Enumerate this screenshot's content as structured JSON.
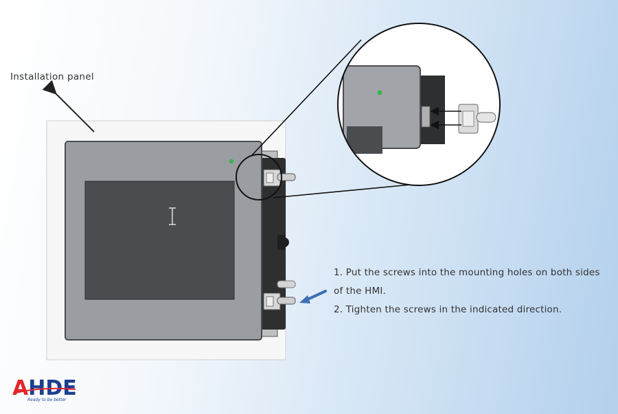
{
  "callouts": {
    "installation_panel": "Installation panel"
  },
  "instructions": {
    "step1": "1. Put the screws into the mounting holes on both sides of the HMI.",
    "step2": "2. Tighten the screws in the indicated direction."
  },
  "logo": {
    "text": "AHDE",
    "tagline": "Ready to be better",
    "colors": {
      "letter_a": "#e3262b",
      "letters_hde": "#1c3f8e"
    }
  },
  "colors": {
    "panel": "#f7f7f7",
    "hmi_bezel": "#9a9ea2",
    "screen": "#4a4d50",
    "led": "#39b54a",
    "arrow_blue": "#3b6fb6"
  }
}
